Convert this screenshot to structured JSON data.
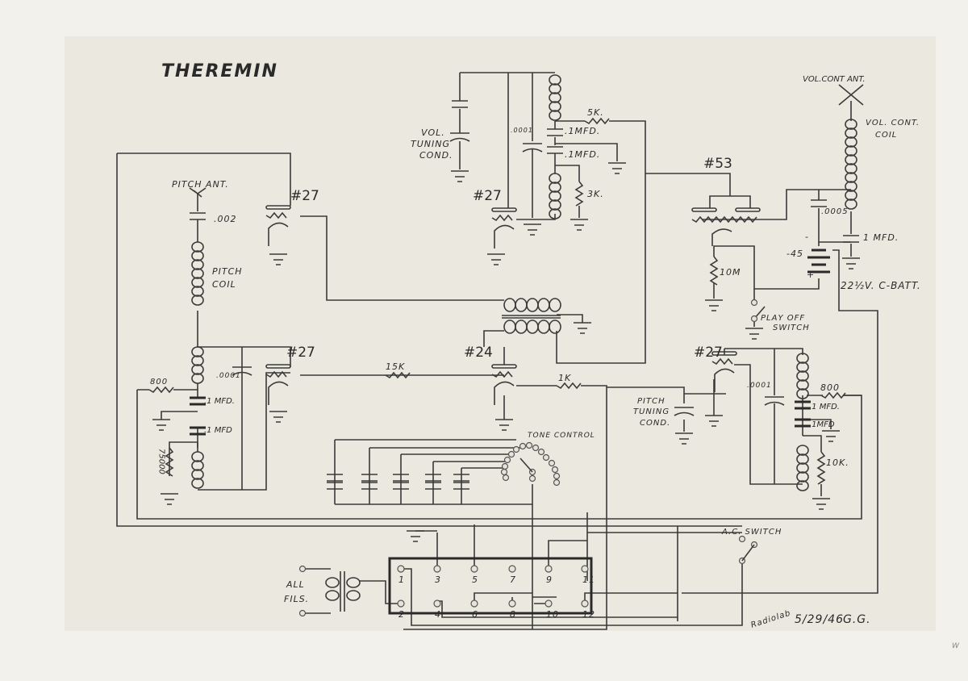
{
  "title": "THEREMIN",
  "labels": {
    "pitch_ant": "PITCH ANT.",
    "cap_002": ".002",
    "pitch_coil_1": "PITCH",
    "pitch_coil_2": "COIL",
    "tube_left_top": "#27",
    "tube_top_mid": "#27",
    "tube_left_low": "#27",
    "tube_24": "#24",
    "tube_53": "#53",
    "tube_right": "#27",
    "vol_tuning_1": "VOL.",
    "vol_tuning_2": "TUNING",
    "vol_tuning_3": "COND.",
    "cap_0001_top": ".0001",
    "cap_0001_left": ".0001",
    "cap_0001_right": ".0001",
    "res_5k": "5K.",
    "cap_1mfd_top1": ".1MFD.",
    "cap_1mfd_top2": ".1MFD.",
    "res_3k": "3K.",
    "vol_cont_ant": "VOL.CONT ANT.",
    "vol_cont_coil_1": "VOL. CONT.",
    "vol_cont_coil_2": "COIL",
    "cap_0005": ".0005",
    "cap_1mfd": "1 MFD.",
    "batt_minus45": "-45",
    "batt_minus": "-",
    "batt_plus": "+",
    "c_batt": "22½V. C-BATT.",
    "res_10m": "10M",
    "play_off_1": "PLAY OFF",
    "play_off_2": "SWITCH",
    "res_800_left": "800",
    "cap_1mfd_left1": ".1 MFD.",
    "cap_1mfd_left2": ".1 MFD",
    "res_75000": "75000",
    "res_15k": "15K",
    "res_1k": "1K",
    "tone_control": "TONE CONTROL",
    "pitch_tuning_1": "PITCH",
    "pitch_tuning_2": "TUNING",
    "pitch_tuning_3": "COND.",
    "res_800_right": "800",
    "cap_1mfd_right1": ".1 MFD.",
    "cap_1mfd_right2": ".1MFD",
    "res_10k": "10K.",
    "ac_switch": "A.C. SWITCH",
    "all_fils_1": "ALL",
    "all_fils_2": "FILS."
  },
  "socket_pins": [
    "1",
    "2",
    "3",
    "4",
    "5",
    "6",
    "7",
    "8",
    "9",
    "10",
    "11",
    "12"
  ],
  "signature": {
    "lab": "Radiolab",
    "date": "5/29/46",
    "initials": "G.G."
  },
  "corner_mark": "W"
}
